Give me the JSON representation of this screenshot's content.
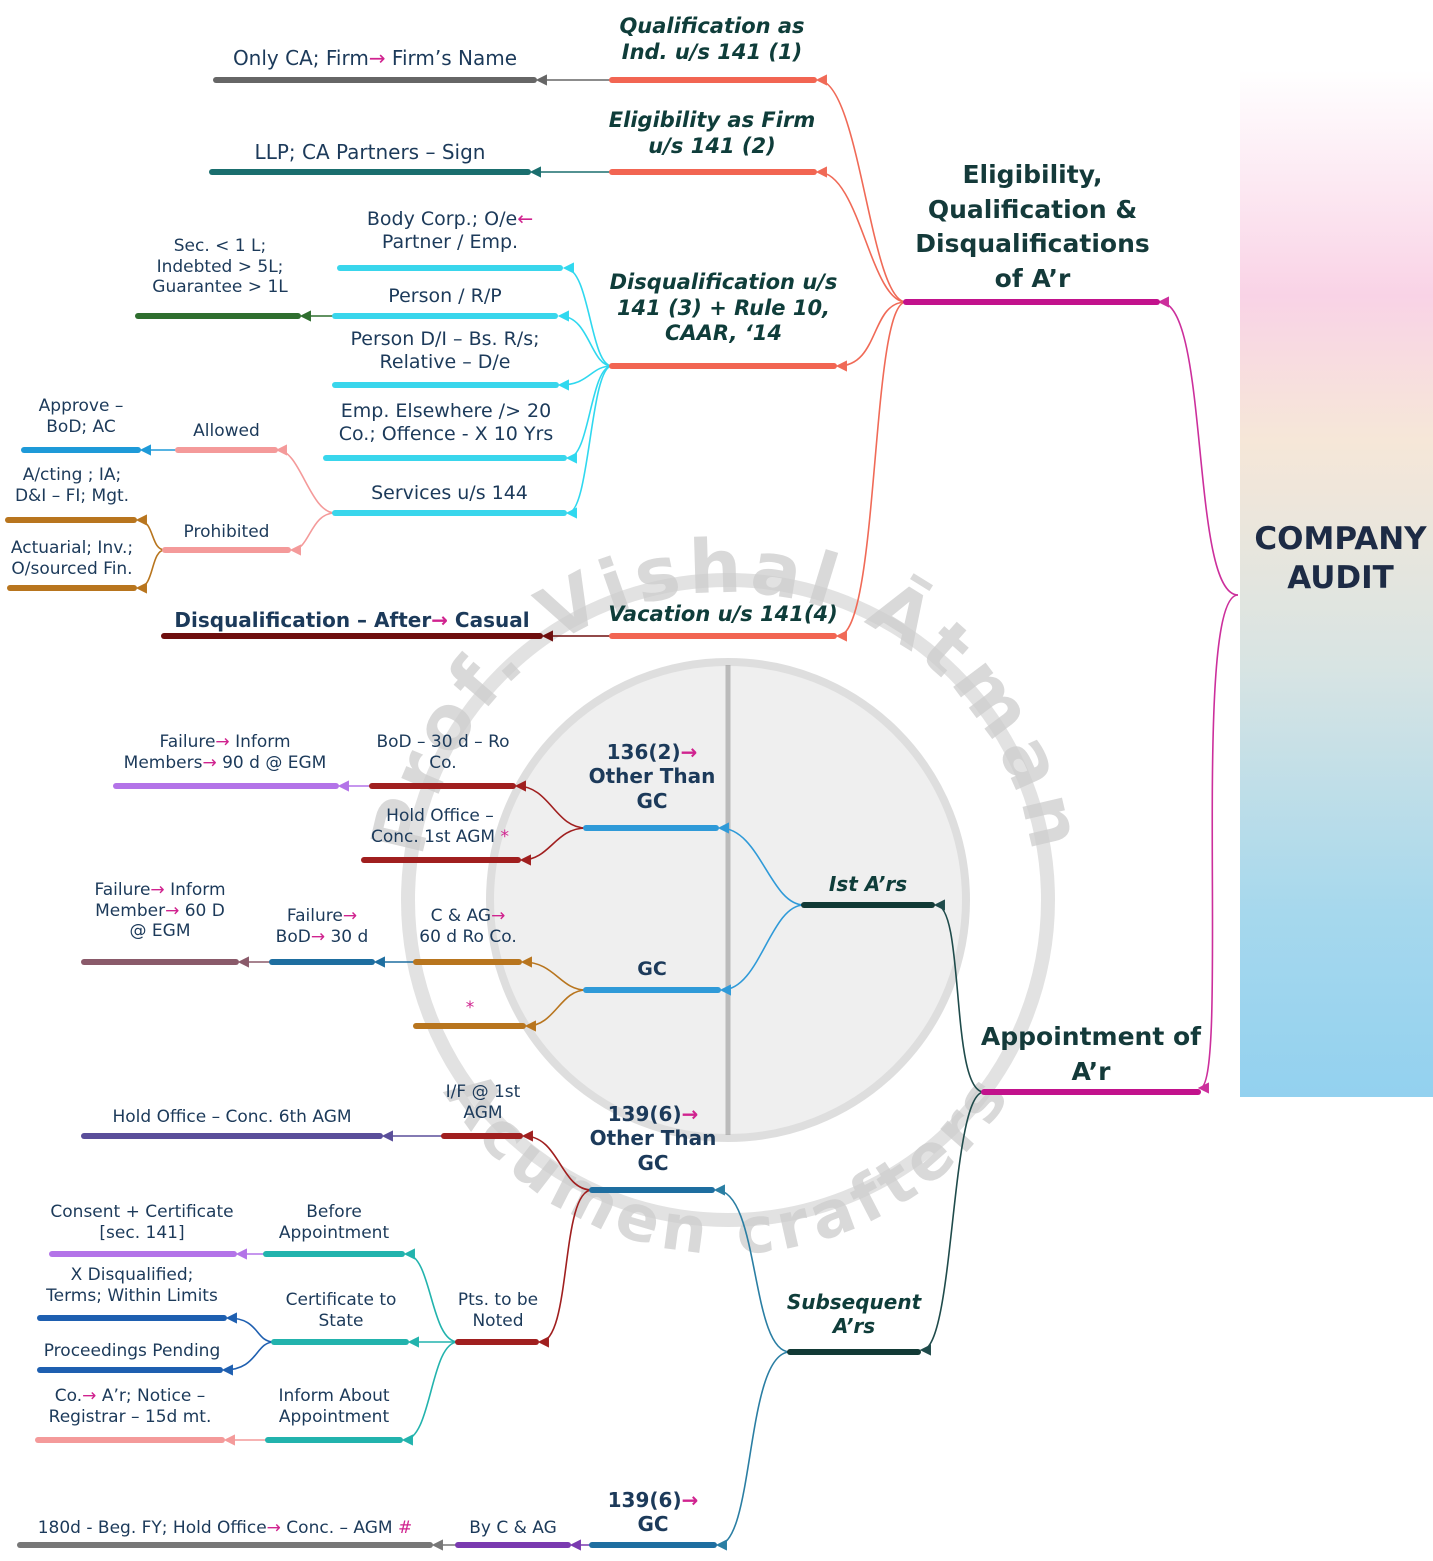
{
  "root": {
    "title": "COMPANY AUDIT"
  },
  "watermark": {
    "top_text": "Prof. Vishal Ātman",
    "bottom_text": "Acumen crafters"
  },
  "eligibility": {
    "title": "Eligibility, Qualification & Disqualifications of A’r",
    "qualification": {
      "title": "Qualification as Ind. u/s 141 (1)",
      "detail": "Only CA; Firm",
      "detail_tail": " Firm’s Name"
    },
    "firm": {
      "title": "Eligibility as Firm u/s 141 (2)",
      "detail": "LLP; CA Partners – Sign"
    },
    "disqualification": {
      "title": "Disqualification u/s 141 (3) + Rule 10, CAAR, ‘14",
      "body_corp": "Body Corp.; O/e",
      "body_corp_tail": "Partner / Emp.",
      "person_rp": "Person / R/P",
      "person_rp_detail": "Sec. < 1 L;\nIndebted > 5L;\nGuarantee > 1L",
      "person_di": "Person D/I – Bs. R/s;\nRelative – D/e",
      "emp_elsewhere": "Emp. Elsewhere /> 20\nCo.; Offence  - X 10 Yrs",
      "services": "Services u/s 144",
      "allowed": "Allowed",
      "allowed_detail": "Approve –\nBoD; AC",
      "prohibited": "Prohibited",
      "prohibited_1": "A/cting ; IA;\nD&I – FI; Mgt.",
      "prohibited_2": "Actuarial; Inv.;\nO/sourced Fin."
    },
    "vacation": {
      "title": "Vacation u/s 141(4)",
      "detail": "Disqualification – After",
      "detail_tail": " Casual"
    }
  },
  "appointment": {
    "title": "Appointment of A’r",
    "first": {
      "title": "Ist A’rs",
      "other_than_gc": {
        "title": "136(2)",
        "title_tail": "Other Than\nGC",
        "bod": "BoD – 30 d – Ro\nCo.",
        "bod_detail": "Failure",
        "bod_detail_mid": " Inform\nMembers",
        "bod_detail_tail": " 90 d @ EGM",
        "hold": "Hold Office –\nConc. 1st AGM",
        "hold_mark": "*"
      },
      "gc": {
        "title": "GC",
        "cag": "C & AG",
        "cag_tail": "\n60 d Ro Co.",
        "failure": "Failure",
        "failure_tail": "\nBoD",
        "failure_tail2": " 30 d",
        "inform": "Failure",
        "inform_tail": " Inform\nMember",
        "inform_tail2": " 60 D\n@ EGM",
        "star": "*"
      }
    },
    "subsequent": {
      "title": "Subsequent\nA’rs",
      "other_than_gc": {
        "title": "139(6)",
        "title_tail": "Other Than\nGC",
        "if_agm": "I/F @ 1st\nAGM",
        "hold": "Hold Office – Conc. 6th AGM",
        "points": "Pts. to be\nNoted",
        "before": "Before\nAppointment",
        "before_detail": "Consent + Certificate\n[sec. 141]",
        "certificate": "Certificate to\nState",
        "cert_1": "X Disqualified;\nTerms; Within Limits",
        "cert_2": "Proceedings Pending",
        "inform": "Inform About\nAppointment",
        "inform_detail_head": "Co.",
        "inform_detail": " A’r; Notice –\nRegistrar – 15d mt."
      },
      "gc": {
        "title": "139(6)",
        "title_tail": "GC",
        "by_cag": "By C & AG",
        "detail": "180d - Beg. FY; Hold Office",
        "detail_tail": " Conc. – AGM ",
        "detail_mark": "#"
      }
    }
  }
}
